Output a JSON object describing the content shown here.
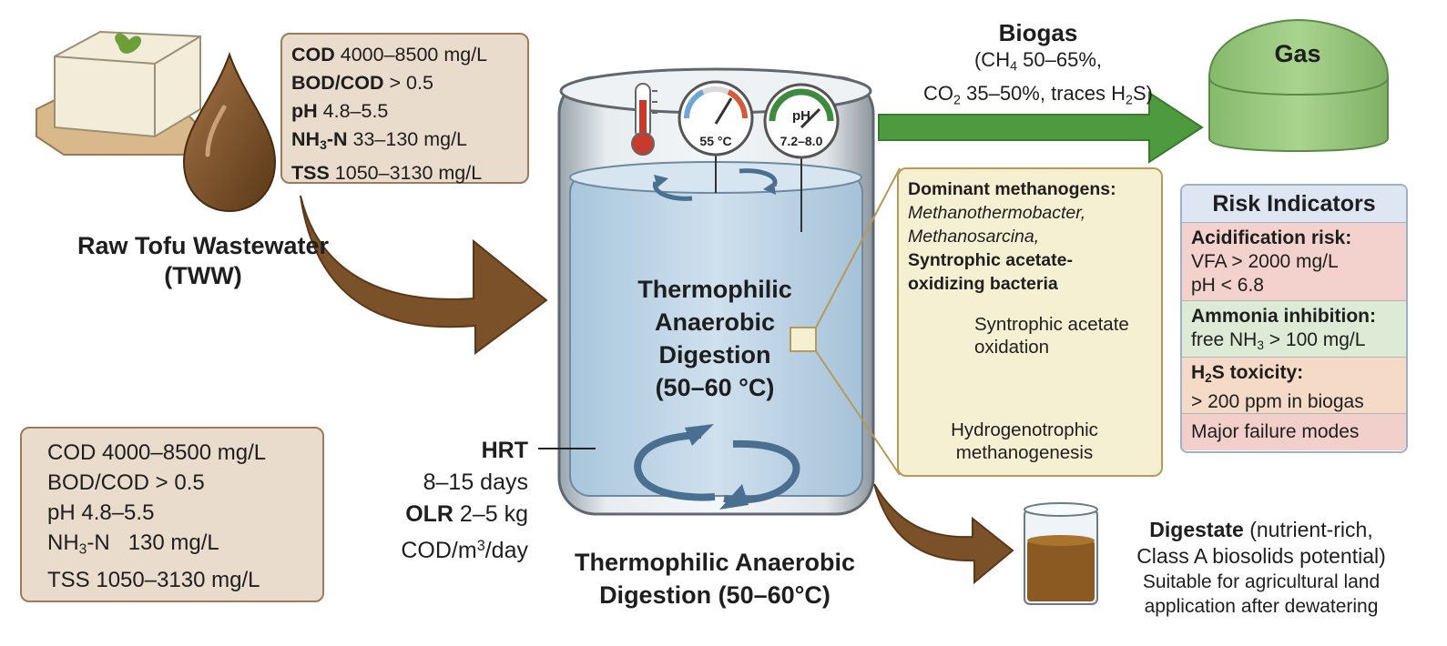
{
  "raw_wastewater": {
    "label_line1": "Raw Tofu Wastewater",
    "label_line2": "(TWW)"
  },
  "params_top": {
    "cod_key": "COD",
    "cod_val": " 4000–8500 mg/L",
    "bodcod_key": "BOD/COD",
    "bodcod_val": " > 0.5",
    "ph_key": "pH",
    "ph_val": " 4.8–5.5",
    "nh3_key_a": "NH",
    "nh3_key_sub": "3",
    "nh3_key_b": "-N",
    "nh3_val": " 33–130 mg/L",
    "tss_key": "TSS",
    "tss_val": " 1050–3130 mg/L"
  },
  "params_bottom": {
    "cod": "COD 4000–8500 mg/L",
    "bodcod": "BOD/COD > 0.5",
    "ph": "pH 4.8–5.5",
    "nh3_a": "NH",
    "nh3_sub": "3",
    "nh3_b": "-N   130 mg/L",
    "tss": "TSS 1050–3130 mg/L"
  },
  "reactor": {
    "center_line1": "Thermophilic",
    "center_line2": "Anaerobic",
    "center_line3": "Digestion",
    "center_line4": "(50–60 °C)",
    "bottom_line1": "Thermophilic Anaerobic",
    "bottom_line2": "Digestion (50–60°C)",
    "temp_gauge": "55 °C",
    "ph_gauge_title": "pH",
    "ph_gauge_value": "7.2–8.0"
  },
  "operation": {
    "hrt_key": "HRT",
    "hrt_val": "8–15 days",
    "olr_key": "OLR",
    "olr_val": " 2–5 kg",
    "olr_unit_a": "COD/m",
    "olr_unit_sup": "3",
    "olr_unit_b": "/day"
  },
  "biogas": {
    "title": "Biogas",
    "line1_a": "(CH",
    "line1_sub": "4",
    "line1_b": " 50–65%,",
    "line2_a": "CO",
    "line2_sub": "2",
    "line2_b": " 35–50%, traces H",
    "line2_sub2": "2",
    "line2_c": "S)",
    "tank_label": "Gas"
  },
  "microbes": {
    "heading": "Dominant methanogens:",
    "genus1": "Methanothermobacter,",
    "genus2": "Methanosarcina,",
    "saob_line1": "Syntrophic acetate-",
    "saob_line2": "oxidizing bacteria",
    "pathway1_line1": "Syntrophic acetate",
    "pathway1_line2": "oxidation",
    "pathway2_line1": "Hydrogenotrophic",
    "pathway2_line2": "methanogenesis"
  },
  "risk": {
    "title": "Risk Indicators",
    "acid_head": "Acidification risk:",
    "acid_l1": "VFA > 2000 mg/L",
    "acid_l2": "pH < 6.8",
    "ammonia_head": "Ammonia inhibition:",
    "ammonia_l1_a": "free NH",
    "ammonia_l1_sub": "3",
    "ammonia_l1_b": " > 100 mg/L",
    "h2s_head_a": "H",
    "h2s_head_sub": "2",
    "h2s_head_b": "S toxicity:",
    "h2s_l1": "> 200 ppm in biogas",
    "failure": "Major failure modes"
  },
  "digestate": {
    "title": "Digestate",
    "title_rest": " (nutrient-rich,",
    "line2": "Class A biosolids potential)",
    "line3": "Suitable for agricultural land",
    "line4": "application after dewatering"
  },
  "colors": {
    "brown_arrow": "#7a5129",
    "green_arrow": "#4e9a3f",
    "tank_green": "#9ccc80",
    "reactor_liquid": "#b9d3e6",
    "risk_acid": "#f3d2cd",
    "risk_ammonia": "#dcead6",
    "risk_h2s": "#f5dac7"
  }
}
